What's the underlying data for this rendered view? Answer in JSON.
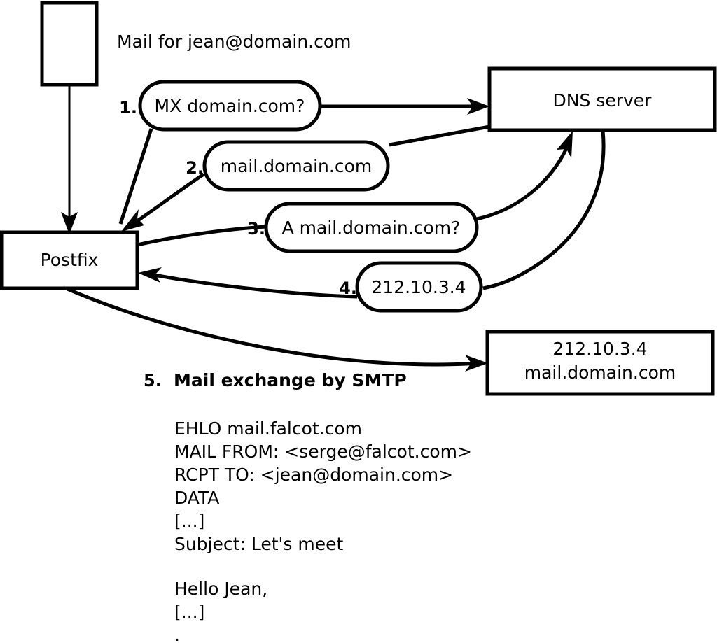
{
  "diagram": {
    "title_text": "Mail for jean@domain.com",
    "nodes": [
      {
        "id": "sender-client",
        "label": ""
      },
      {
        "id": "postfix",
        "label": "Postfix"
      },
      {
        "id": "dns-server",
        "label": "DNS server"
      },
      {
        "id": "destination-server",
        "label_line1": "212.10.3.4",
        "label_line2": "mail.domain.com"
      }
    ],
    "steps": [
      {
        "num": "1.",
        "label": "MX domain.com?"
      },
      {
        "num": "2.",
        "label": "mail.domain.com"
      },
      {
        "num": "3.",
        "label": "A mail.domain.com?"
      },
      {
        "num": "4.",
        "label": "212.10.3.4"
      },
      {
        "num": "5.",
        "label": "Mail exchange by SMTP"
      }
    ],
    "smtp_transcript": [
      "EHLO mail.falcot.com",
      "MAIL FROM: <serge@falcot.com>",
      "RCPT TO: <jean@domain.com>",
      "DATA",
      "[...]",
      "Subject: Let's meet",
      "",
      "Hello Jean,",
      "[...]",
      "."
    ],
    "colors": {
      "stroke": "#000000",
      "fill": "#ffffff",
      "background": "#ffffff"
    }
  }
}
